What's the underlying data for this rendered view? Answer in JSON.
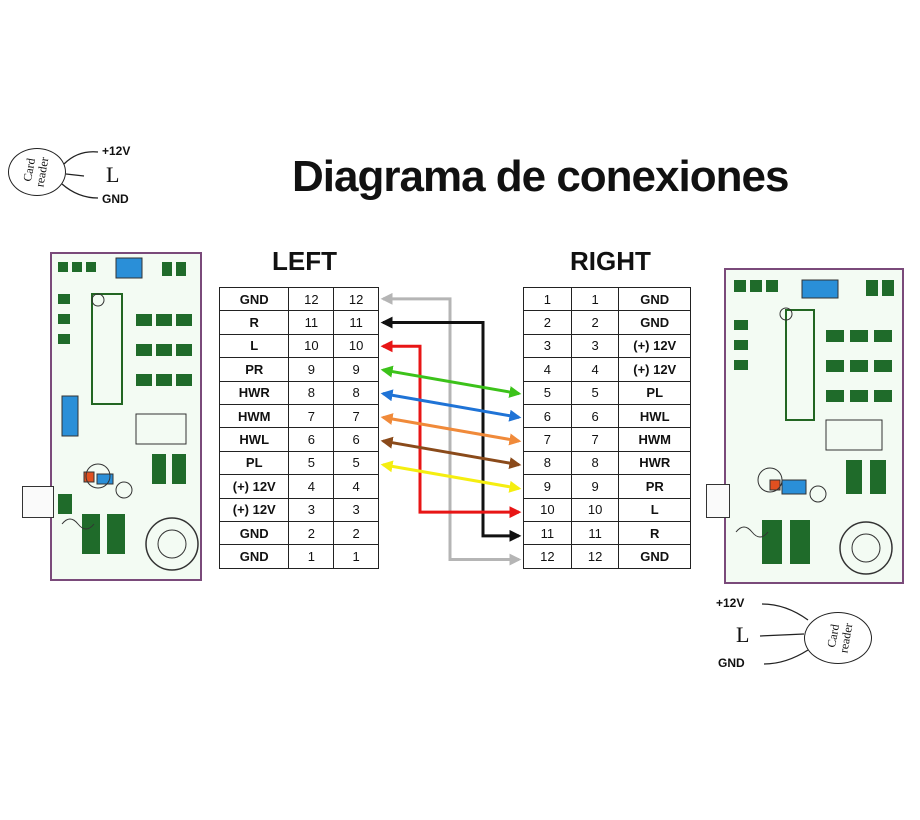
{
  "title": "Diagrama de conexiones",
  "left": {
    "label": "LEFT",
    "rows": [
      {
        "name": "GND",
        "a": "12",
        "b": "12"
      },
      {
        "name": "R",
        "a": "11",
        "b": "11"
      },
      {
        "name": "L",
        "a": "10",
        "b": "10"
      },
      {
        "name": "PR",
        "a": "9",
        "b": "9"
      },
      {
        "name": "HWR",
        "a": "8",
        "b": "8"
      },
      {
        "name": "HWM",
        "a": "7",
        "b": "7"
      },
      {
        "name": "HWL",
        "a": "6",
        "b": "6"
      },
      {
        "name": "PL",
        "a": "5",
        "b": "5"
      },
      {
        "name": "(+) 12V",
        "a": "4",
        "b": "4"
      },
      {
        "name": "(+) 12V",
        "a": "3",
        "b": "3"
      },
      {
        "name": "GND",
        "a": "2",
        "b": "2"
      },
      {
        "name": "GND",
        "a": "1",
        "b": "1"
      }
    ]
  },
  "right": {
    "label": "RIGHT",
    "rows": [
      {
        "a": "1",
        "b": "1",
        "name": "GND"
      },
      {
        "a": "2",
        "b": "2",
        "name": "GND"
      },
      {
        "a": "3",
        "b": "3",
        "name": "(+) 12V"
      },
      {
        "a": "4",
        "b": "4",
        "name": "(+) 12V"
      },
      {
        "a": "5",
        "b": "5",
        "name": "PL"
      },
      {
        "a": "6",
        "b": "6",
        "name": "HWL"
      },
      {
        "a": "7",
        "b": "7",
        "name": "HWM"
      },
      {
        "a": "8",
        "b": "8",
        "name": "HWR"
      },
      {
        "a": "9",
        "b": "9",
        "name": "PR"
      },
      {
        "a": "10",
        "b": "10",
        "name": "L"
      },
      {
        "a": "11",
        "b": "11",
        "name": "R"
      },
      {
        "a": "12",
        "b": "12",
        "name": "GND"
      }
    ]
  },
  "wires": [
    {
      "from": 0,
      "to": 11,
      "color": "#b5b5b5"
    },
    {
      "from": 1,
      "to": 10,
      "color": "#111111"
    },
    {
      "from": 2,
      "to": 9,
      "color": "#e81515"
    },
    {
      "from": 3,
      "to": 4,
      "color": "#3cc21a"
    },
    {
      "from": 4,
      "to": 5,
      "color": "#1f73d6"
    },
    {
      "from": 5,
      "to": 6,
      "color": "#f08a3a"
    },
    {
      "from": 6,
      "to": 7,
      "color": "#8a4a1a"
    },
    {
      "from": 7,
      "to": 8,
      "color": "#f5ee10"
    }
  ],
  "card_reader": {
    "v12": "+12V",
    "l": "L",
    "gnd": "GND",
    "text_line1": "Card",
    "text_line2": "reader"
  }
}
